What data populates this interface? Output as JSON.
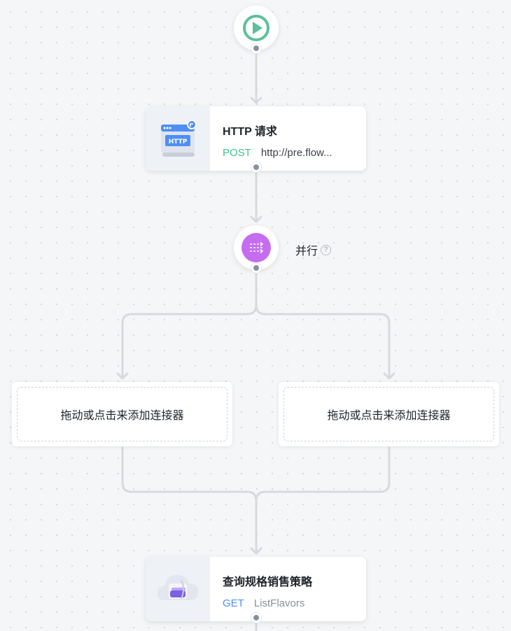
{
  "http_node": {
    "title": "HTTP 请求",
    "method": "POST",
    "url": "http://pre.flow...",
    "icon_text": "HTTP"
  },
  "parallel_node": {
    "label": "并行",
    "help": "?"
  },
  "branches": [
    {
      "placeholder": "拖动或点击来添加连接器"
    },
    {
      "placeholder": "拖动或点击来添加连接器"
    }
  ],
  "query_node": {
    "title": "查询规格销售策略",
    "method": "GET",
    "operation": "ListFlavors"
  },
  "icons": {
    "start": "play-icon",
    "http": "http-icon",
    "parallel": "parallel-icon",
    "cloud": "cloud-icon"
  },
  "colors": {
    "start": "#5cc09a",
    "parallel": "#c56cf0",
    "post": "#3fc38a",
    "get": "#4e8ff5"
  }
}
